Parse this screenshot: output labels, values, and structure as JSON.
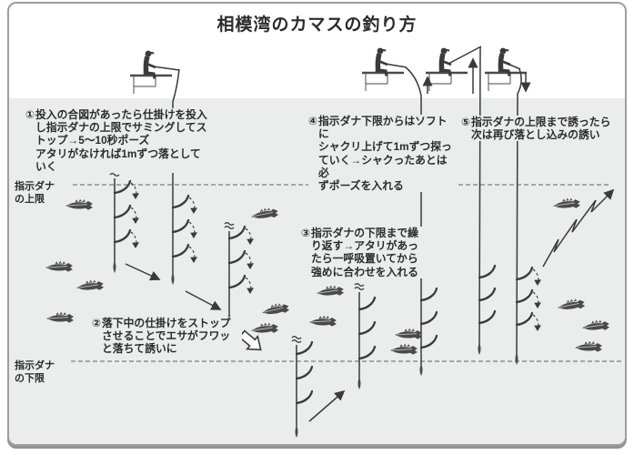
{
  "title": "相模湾のカマスの釣り方",
  "labels": {
    "tana_upper": "指示ダナ\nの上限",
    "tana_lower": "指示ダナ\nの下限"
  },
  "steps": [
    {
      "num": "①",
      "text": "投入の合図があったら仕掛けを投入\nし指示ダナの上限でサミングしてス\nトップ→5〜10秒ポーズ\nアタリがなければ1mずつ落として\nいく"
    },
    {
      "num": "②",
      "text": "落下中の仕掛けをストップ\nさせることでエサがフワッ\nと落ちて誘いに"
    },
    {
      "num": "③",
      "text": "指示ダナの下限まで繰\nり返す→アタリがあっ\nたら一呼吸置いてから\n強めに合わせを入れる"
    },
    {
      "num": "④",
      "text": "指示ダナ下限からはソフトに\nシャクリ上げて1mずつ探っ\nていく→シャクったあとは必\nずポーズを入れる"
    },
    {
      "num": "⑤",
      "text": "指示ダナの上限まで誘ったら\n次は再び落とし込みの誘い"
    }
  ],
  "icons": {
    "angler": "seated-angler-with-rod silhouette",
    "boat": "boat gunwale line-art",
    "fish": "kamasu-barracuda silhouette",
    "sinker": "teardrop weight",
    "hook": "sabiki feather hook",
    "surface_wave": "≈ line-break mark",
    "fall_arrow": "dashed flutter-down arc arrow",
    "drop_arrow": "↘ solid drop arrow",
    "lift_arrow": "↗ solid lift arrow",
    "up_arrow": "↑",
    "down_arrow": "↓",
    "zigzag_arrow": "jagged upward retrieve arrow",
    "block_arrow": "hollow down-right block arrow"
  },
  "colors": {
    "water": "#ebecec",
    "ink": "#2b2b2b",
    "line": "#3a3a3a",
    "frame_border": "#9e9e9e",
    "background": "#ffffff"
  }
}
